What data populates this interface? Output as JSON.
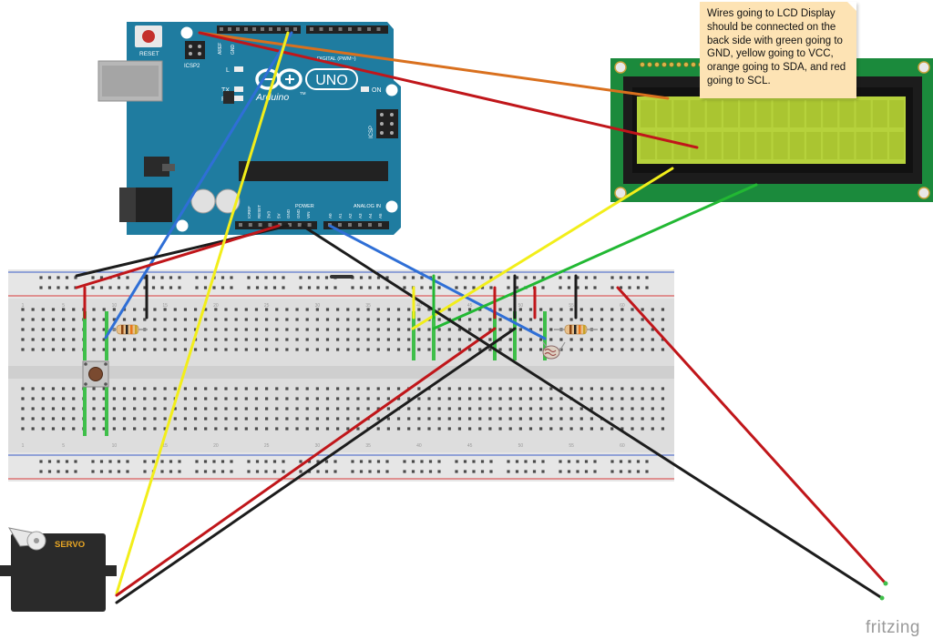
{
  "arduino": {
    "reset_label": "RESET",
    "icsp2_label": "ICSP2",
    "brand": "Arduino",
    "tm": "TM",
    "model": "UNO",
    "on_label": "ON",
    "led_l": "L",
    "led_tx": "TX",
    "led_rx": "RX",
    "icsp_label": "ICSP",
    "digital_label": "DIGITAL (PWM~)",
    "aref_label": "AREF",
    "gnd_label": "GND",
    "power_label": "POWER",
    "analog_label": "ANALOG IN",
    "power_pins": [
      "IOREF",
      "RESET",
      "3V3",
      "5V",
      "GND",
      "GND",
      "VIN"
    ],
    "analog_pins": [
      "A0",
      "A1",
      "A2",
      "A3",
      "A4",
      "A5"
    ]
  },
  "servo": {
    "label": "SERVO"
  },
  "note": {
    "text": "Wires going to LCD Display should be connected on the back side with  green going to GND, yellow going to VCC, orange going to SDA, and red going to SCL."
  },
  "breadboard": {
    "column_numbers": [
      "1",
      "5",
      "10",
      "15",
      "20",
      "25",
      "30",
      "35",
      "40",
      "45",
      "50",
      "55",
      "60"
    ]
  },
  "watermark": "fritzing",
  "colors": {
    "arduino_board": "#1f7ca0",
    "lcd_board": "#1b8a3c",
    "lcd_screen": "#b6d23c",
    "breadboard": "#dddddd",
    "wire_red": "#c0161a",
    "wire_black": "#1c1c1c",
    "wire_blue": "#2f6fd6",
    "wire_yellow": "#f2ee1a",
    "wire_green": "#22b833",
    "wire_orange": "#d9701e",
    "note_bg": "#fde3b4"
  }
}
